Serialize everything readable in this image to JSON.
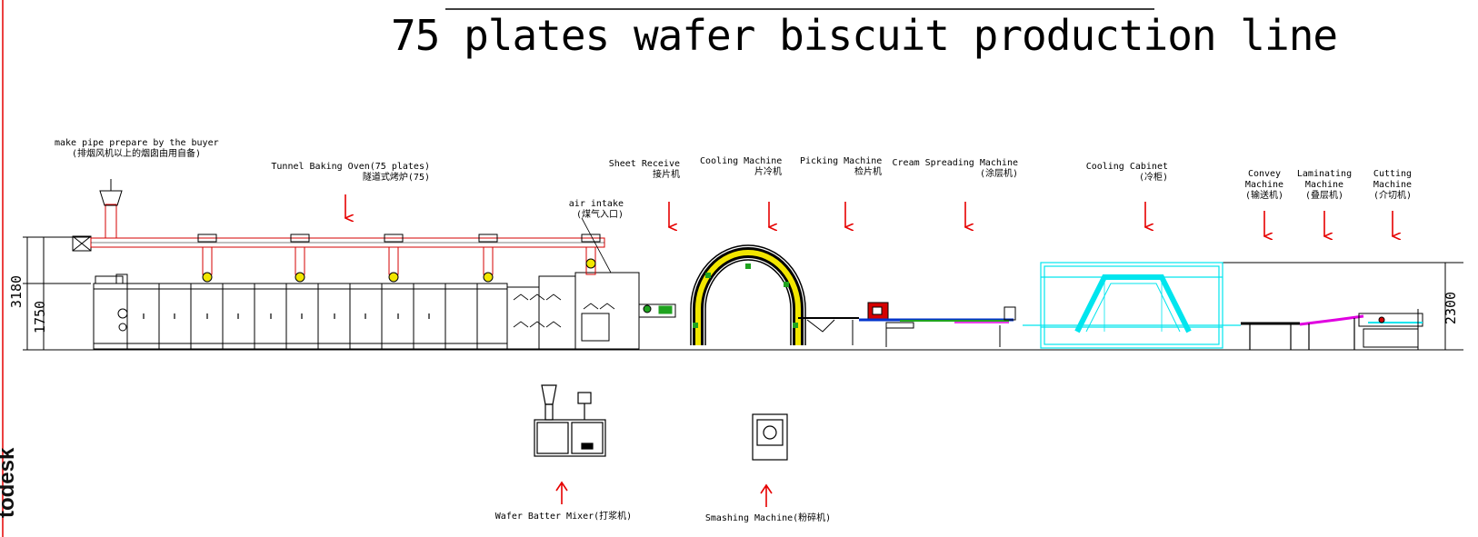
{
  "title": "75 plates wafer biscuit production line",
  "watermark": "todesk",
  "labels": {
    "pipe": {
      "en": "make pipe prepare by the buyer",
      "zh": "(排烟风机以上的烟囱由用自备)"
    },
    "oven": {
      "en": "Tunnel Baking Oven(75 plates)",
      "zh": "隧道式烤炉(75)"
    },
    "air": {
      "en": "air intake",
      "zh": "(煤气入口)"
    },
    "sheet": {
      "en": "Sheet Receive",
      "zh": "接片机"
    },
    "cooling": {
      "en": "Cooling Machine",
      "zh": "片冷机"
    },
    "picking": {
      "en": "Picking Machine",
      "zh": "检片机"
    },
    "cream": {
      "en": "Cream Spreading Machine",
      "zh": "(涂层机)"
    },
    "cabinet": {
      "en": "Cooling Cabinet",
      "zh": "(冷柜)"
    },
    "convey": {
      "en1": "Convey",
      "en2": "Machine",
      "zh": "(输送机)"
    },
    "laminating": {
      "en1": "Laminating",
      "en2": "Machine",
      "zh": "(叠层机)"
    },
    "cutting": {
      "en1": "Cutting",
      "en2": "Machine",
      "zh": "(介切机)"
    },
    "mixer": "Wafer Batter Mixer(打浆机)",
    "smashing": "Smashing Machine(粉碎机)"
  },
  "dimensions": {
    "d1": "3180",
    "d2": "1750",
    "d3": "2300"
  },
  "colors": {
    "arrow": "#e60000",
    "cabinet": "#00e5ee",
    "machine_red": "#d40000",
    "machine_yellow": "#f2e600",
    "machine_green": "#1fa31f",
    "machine_magenta": "#e000e0"
  }
}
